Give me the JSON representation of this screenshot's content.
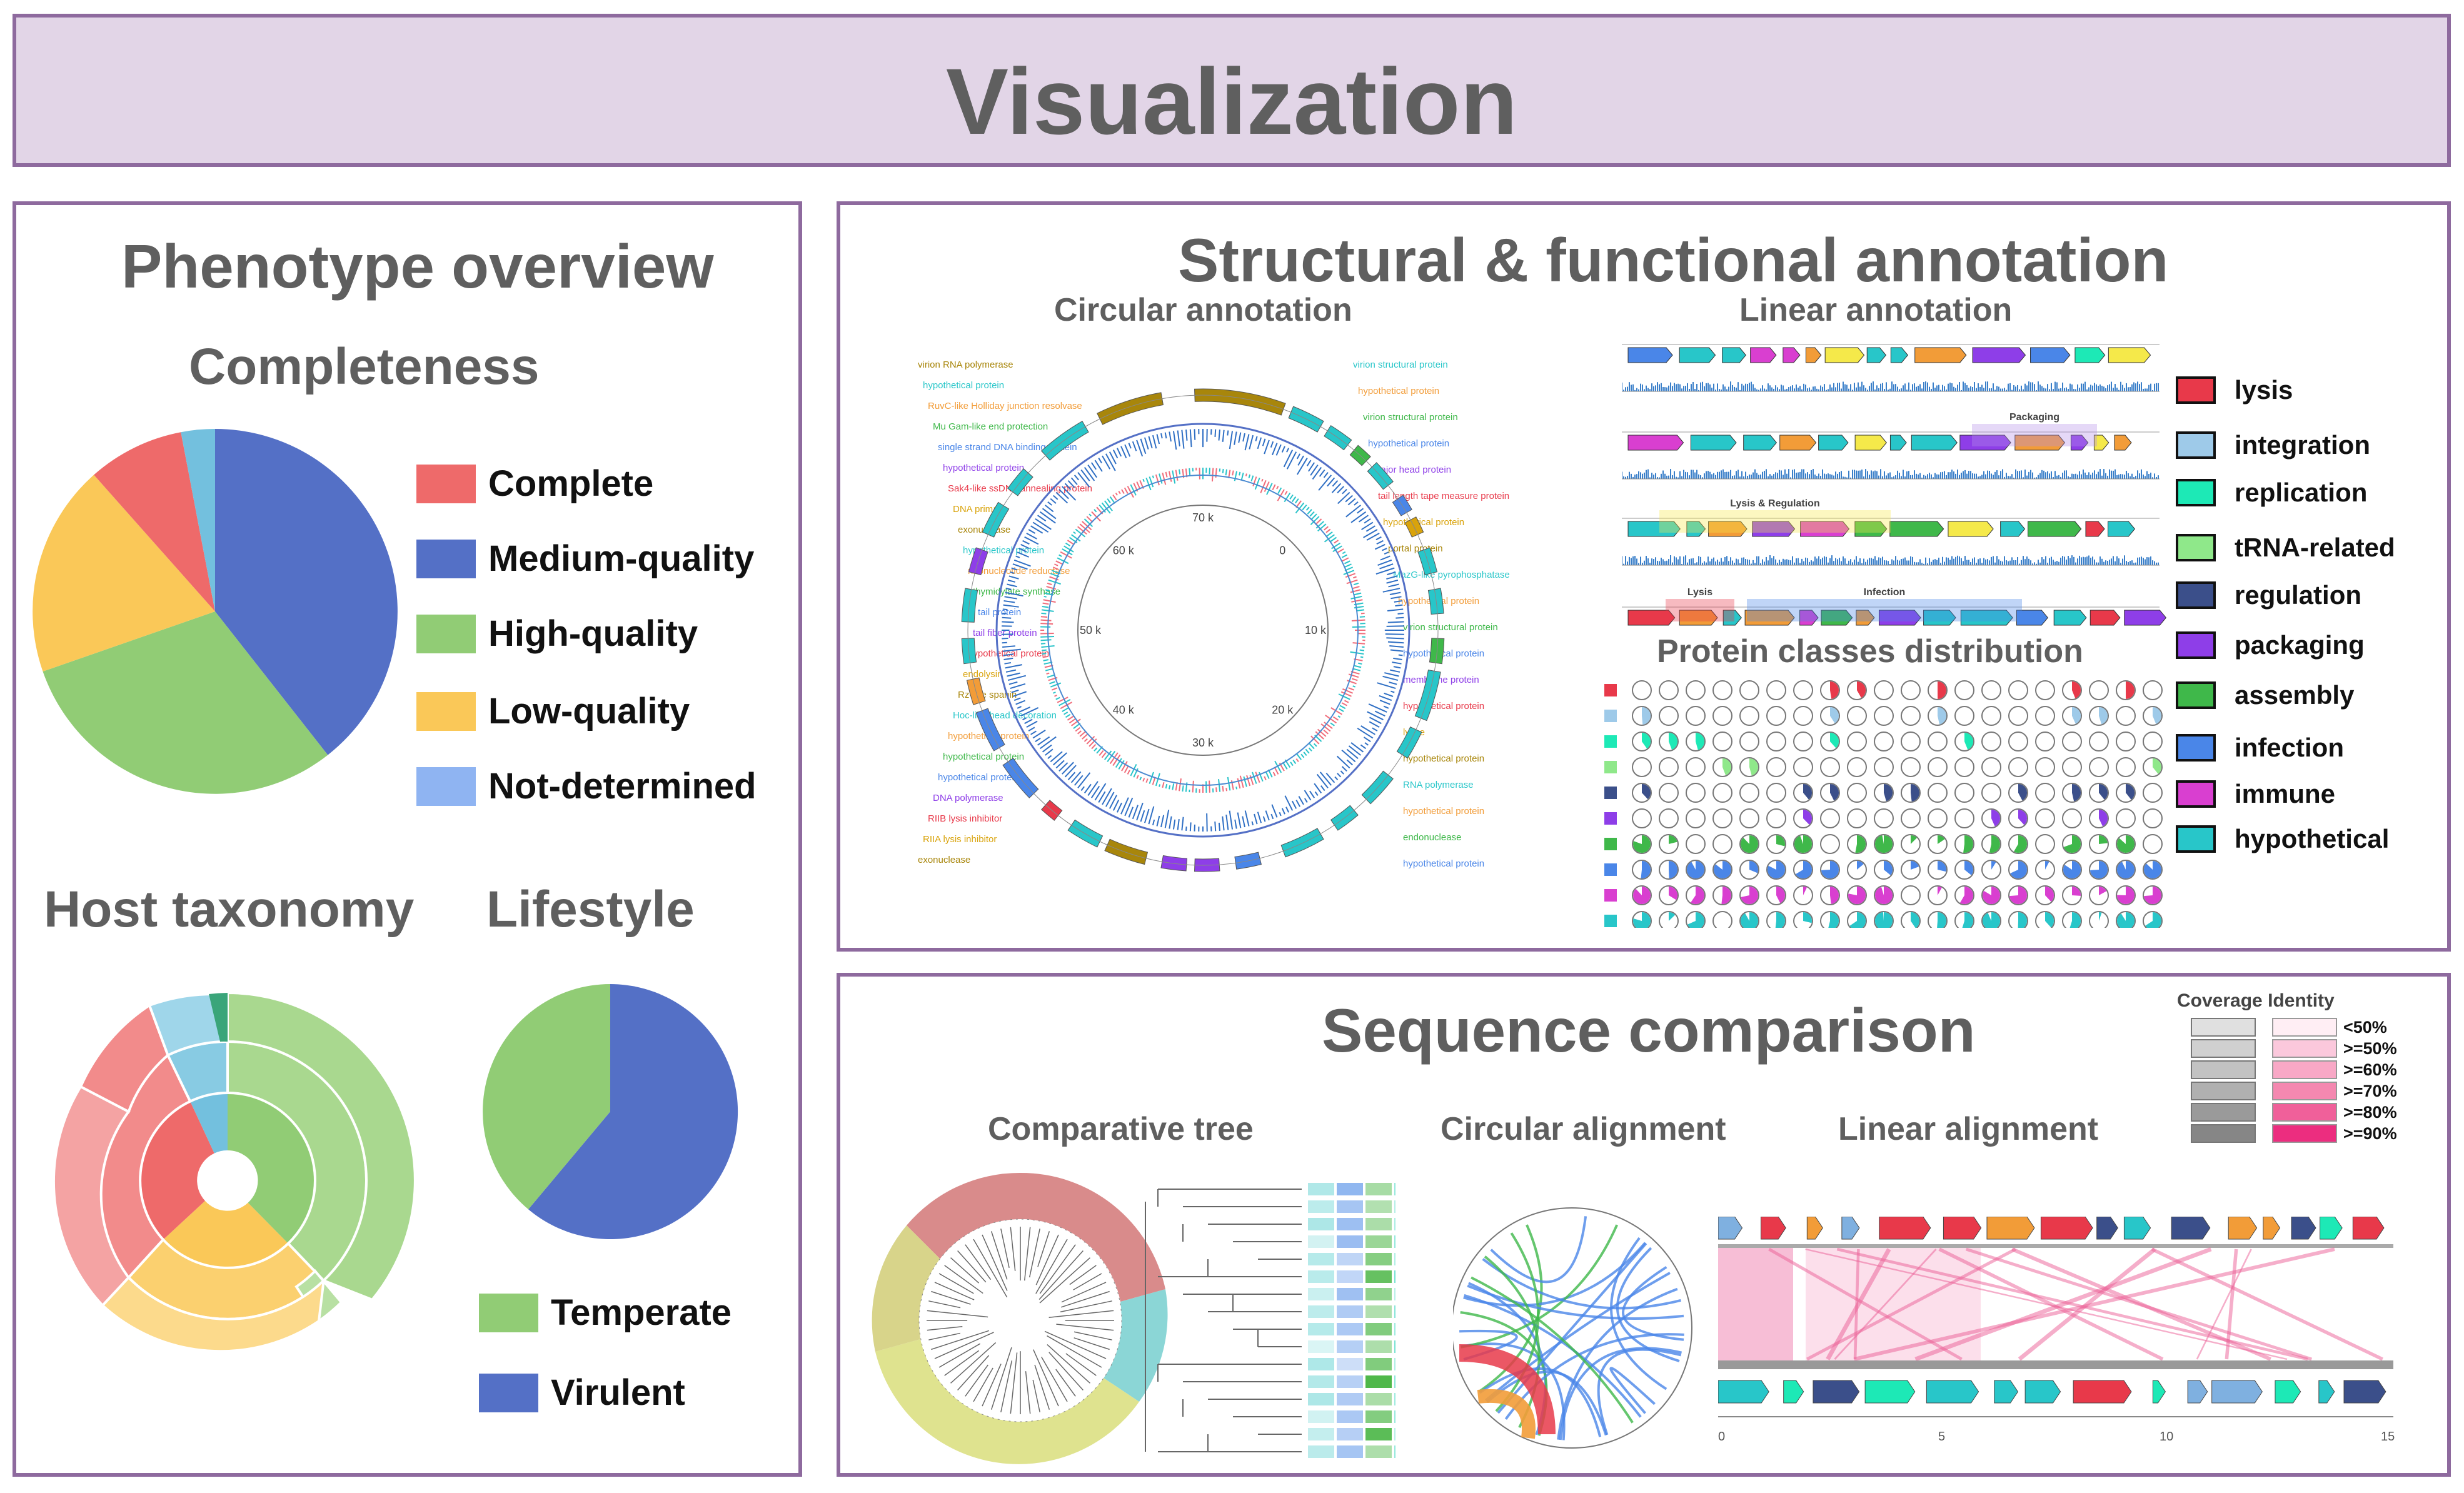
{
  "page_title": "Visualization",
  "phenotype": {
    "title": "Phenotype overview",
    "completeness": {
      "title": "Completeness",
      "legend": [
        {
          "label": "Complete",
          "color": "#ee6a6a"
        },
        {
          "label": "Medium-quality",
          "color": "#5470c6"
        },
        {
          "label": "High-quality",
          "color": "#91cc75"
        },
        {
          "label": "Low-quality",
          "color": "#fac858"
        },
        {
          "label": "Not-determined",
          "color": "#8fb4f2"
        }
      ]
    },
    "host_taxonomy": {
      "title": "Host taxonomy"
    },
    "lifestyle": {
      "title": "Lifestyle",
      "legend": [
        {
          "label": "Temperate",
          "color": "#91cc75"
        },
        {
          "label": "Virulent",
          "color": "#5470c6"
        }
      ]
    }
  },
  "annotation": {
    "title": "Structural & functional annotation",
    "circular_title": "Circular annotation",
    "linear_title": "Linear annotation",
    "protein_title": "Protein classes distribution",
    "circular_ticks": [
      "60 k",
      "70 k",
      "0",
      "10 k",
      "20 k",
      "30 k",
      "40 k",
      "50 k"
    ],
    "circular_labels_right": [
      "virion structural protein",
      "hypothetical protein",
      "virion structural protein",
      "hypothetical protein",
      "major head protein",
      "tail length tape measure protein",
      "hypothetical protein",
      "portal protein",
      "MazG-like pyrophosphatase",
      "hypothetical protein",
      "virion structural protein",
      "hypothetical protein",
      "membrane protein",
      "hypothetical protein",
      "lyase",
      "hypothetical protein",
      "RNA polymerase",
      "hypothetical protein",
      "endonuclease",
      "hypothetical protein"
    ],
    "circular_labels_left": [
      "virion RNA polymerase",
      "hypothetical protein",
      "RuvC-like Holliday junction resolvase",
      "Mu Gam-like end protection",
      "single strand DNA binding protein",
      "hypothetical protein",
      "Sak4-like ssDNA annealing protein",
      "DNA primase",
      "exonuclease",
      "hypothetical protein",
      "ribonucleotide reductase",
      "thymidylate synthase",
      "tail protein",
      "tail fiber protein",
      "hypothetical protein",
      "endolysin",
      "Rz-like spanin",
      "Hoc-like head decoration",
      "hypothetical protein",
      "hypothetical protein",
      "hypothetical protein",
      "DNA polymerase",
      "RIIB lysis inhibitor",
      "RIIA lysis inhibitor",
      "exonuclease"
    ],
    "linear_tracks": [
      "Packaging",
      "Lysis & Regulation",
      "Lysis",
      "Infection"
    ],
    "classes": [
      {
        "label": "lysis",
        "color": "#e8394a"
      },
      {
        "label": "integration",
        "color": "#9ecae9"
      },
      {
        "label": "replication",
        "color": "#1de9b6"
      },
      {
        "label": "tRNA-related",
        "color": "#8fe88a"
      },
      {
        "label": "regulation",
        "color": "#3b4f8a"
      },
      {
        "label": "packaging",
        "color": "#8e3ee8"
      },
      {
        "label": "assembly",
        "color": "#3fb84a"
      },
      {
        "label": "infection",
        "color": "#4a86e8"
      },
      {
        "label": "immune",
        "color": "#d93fd0"
      },
      {
        "label": "hypothetical",
        "color": "#28c6c9"
      }
    ]
  },
  "sequence": {
    "title": "Sequence comparison",
    "tree_title": "Comparative tree",
    "circ_title": "Circular alignment",
    "linear_title": "Linear alignment",
    "coverage_identity_title": "Coverage Identity",
    "identity_levels": [
      "<50%",
      ">=50%",
      ">=60%",
      ">=70%",
      ">=80%",
      ">=90%"
    ],
    "axis_ticks": [
      "0",
      "5",
      "10",
      "15"
    ]
  }
}
